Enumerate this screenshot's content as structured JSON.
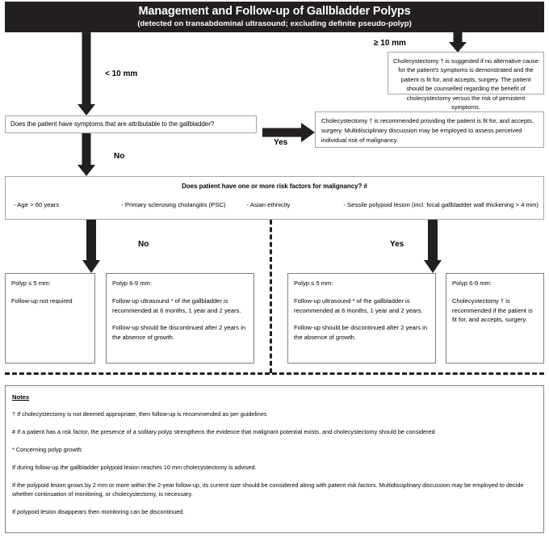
{
  "header": {
    "title": "Management and Follow-up of Gallbladder Polyps",
    "subtitle": "(detected on transabdominal ultrasound; excluding definite pseudo-polyp)"
  },
  "branch_labels": {
    "lt_10mm": "< 10 mm",
    "ge_10mm": "≥ 10 mm",
    "symptoms_no": "No",
    "symptoms_yes": "Yes",
    "riskfactor_no": "No",
    "riskfactor_yes": "Yes"
  },
  "boxes": {
    "ge10mm_recommendation": "Cholecystectomy † is suggested if no alternative cause for the patient's symptoms is demonstrated and the patient is fit for, and accepts, surgery. The patient should be counselled regarding the benefit of cholecystectomy versus the risk of persistent symptoms.",
    "symptoms_question": "Does the patient have symptoms that are attributable to the gallbladder?",
    "symptoms_yes_recommendation": "Cholecystectomy † is recommended providing the patient is fit for, and accepts, surgery. Multidisciplinary discussion may be employed to assess perceived individual risk of malignancy.",
    "riskfactors": {
      "question": "Does patient have one or more risk factors for malignancy? #",
      "items": [
        "-   Age > 60 years",
        "- Primary sclerosing cholangitis (PSC)",
        "- Asian ethnicity",
        "- Sessile polypoid lesion (incl. focal gallbladder wall thickening > 4 mm)"
      ]
    }
  },
  "outcomes": {
    "no_risk_le5": {
      "heading": "Polyp ≤ 5 mm:",
      "paragraphs": [
        "Follow-up not required"
      ]
    },
    "no_risk_6to9": {
      "heading": "Polyp 6-9 mm:",
      "paragraphs": [
        "Follow-up ultrasound * of the gallbladder is recommended at 6 months, 1 year and 2 years.",
        "Follow-up should be discontinued after 2 years in the absence of growth."
      ]
    },
    "risk_le5": {
      "heading": "Polyp ≤ 5 mm:",
      "paragraphs": [
        "Follow-up ultrasound * of the gallbladder is recommended at 6 months, 1 year and 2 years.",
        "Follow-up should be discontinued after 2 years in the absence of growth."
      ]
    },
    "risk_6to9": {
      "heading": "Polyp 6-9 mm:",
      "paragraphs": [
        "Cholecystectomy † is recommended if the patient is fit for, and accepts, surgery."
      ]
    }
  },
  "notes": {
    "title": "Notes",
    "lines": [
      "† If cholecystectomy is not deemed appropriate, then follow-up is recommended as per guidelines",
      "# If a patient has a risk factor, the presence of a solitary polyp strengthens the evidence that malignant potential exists, and cholecystectomy should be considered",
      "* Concerning polyp growth:",
      "If during follow-up the gallbladder polypoid lesion reaches 10 mm cholecystectomy is advised.",
      "If the polypoid lesion grows by 2 mm or more within the 2-year follow-up, its current size should be considered along with patient risk factors. Multidisciplinary discussion may be employed to decide whether continuation of monitoring, or cholecystectomy, is necessary.",
      "If polypoid lesion disappears then monitoring can be discontinued."
    ]
  },
  "colors": {
    "title_bar": "#231f20",
    "arrow": "#231f20",
    "box_border": "#a6a6a6",
    "background": "#ffffff"
  }
}
